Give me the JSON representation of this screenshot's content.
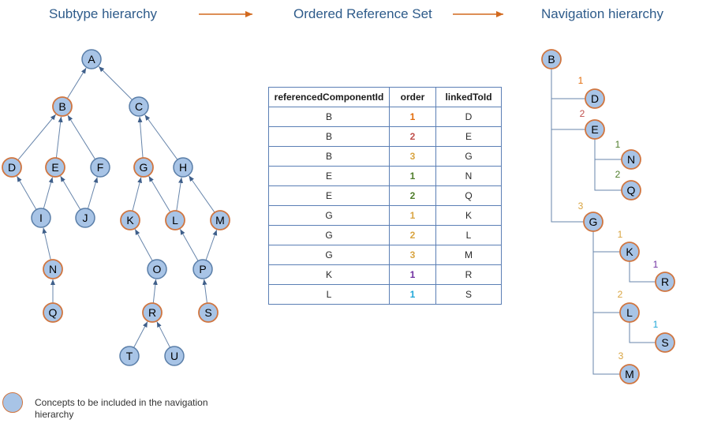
{
  "titles": {
    "subtype": "Subtype hierarchy",
    "refset": "Ordered Reference Set",
    "nav": "Navigation hierarchy"
  },
  "colors": {
    "node_fill": "#a8c4e6",
    "included_border": "#d0753f",
    "plain_border": "#5a7ea8",
    "edge": "#6785ab",
    "header_arrow": "#d2691e",
    "order_colors": {
      "1": "#e36c0a",
      "2": "#c0504d",
      "3": "#d9a441"
    }
  },
  "subtype_hierarchy": {
    "nodes": [
      {
        "id": "A",
        "included": false
      },
      {
        "id": "B",
        "included": true
      },
      {
        "id": "C",
        "included": false
      },
      {
        "id": "D",
        "included": true
      },
      {
        "id": "E",
        "included": true
      },
      {
        "id": "F",
        "included": false
      },
      {
        "id": "G",
        "included": true
      },
      {
        "id": "H",
        "included": false
      },
      {
        "id": "I",
        "included": false
      },
      {
        "id": "J",
        "included": false
      },
      {
        "id": "K",
        "included": true
      },
      {
        "id": "L",
        "included": true
      },
      {
        "id": "M",
        "included": true
      },
      {
        "id": "N",
        "included": true
      },
      {
        "id": "O",
        "included": false
      },
      {
        "id": "P",
        "included": false
      },
      {
        "id": "Q",
        "included": true
      },
      {
        "id": "R",
        "included": true
      },
      {
        "id": "S",
        "included": true
      },
      {
        "id": "T",
        "included": false
      },
      {
        "id": "U",
        "included": false
      }
    ],
    "edges": [
      [
        "B",
        "A"
      ],
      [
        "C",
        "A"
      ],
      [
        "D",
        "B"
      ],
      [
        "E",
        "B"
      ],
      [
        "F",
        "B"
      ],
      [
        "G",
        "C"
      ],
      [
        "H",
        "C"
      ],
      [
        "I",
        "D"
      ],
      [
        "I",
        "E"
      ],
      [
        "J",
        "E"
      ],
      [
        "J",
        "F"
      ],
      [
        "K",
        "G"
      ],
      [
        "L",
        "G"
      ],
      [
        "L",
        "H"
      ],
      [
        "M",
        "H"
      ],
      [
        "N",
        "I"
      ],
      [
        "O",
        "K"
      ],
      [
        "P",
        "L"
      ],
      [
        "P",
        "M"
      ],
      [
        "Q",
        "N"
      ],
      [
        "R",
        "O"
      ],
      [
        "S",
        "P"
      ],
      [
        "T",
        "R"
      ],
      [
        "U",
        "R"
      ]
    ]
  },
  "refset_table": {
    "headers": [
      "referencedComponentId",
      "order",
      "linkedToId"
    ],
    "rows": [
      {
        "ref": "B",
        "order": "1",
        "linked": "D",
        "color": "#e36c0a"
      },
      {
        "ref": "B",
        "order": "2",
        "linked": "E",
        "color": "#c0504d"
      },
      {
        "ref": "B",
        "order": "3",
        "linked": "G",
        "color": "#d9a441"
      },
      {
        "ref": "E",
        "order": "1",
        "linked": "N",
        "color": "#4f7d2b"
      },
      {
        "ref": "E",
        "order": "2",
        "linked": "Q",
        "color": "#4f7d2b"
      },
      {
        "ref": "G",
        "order": "1",
        "linked": "K",
        "color": "#d9a441"
      },
      {
        "ref": "G",
        "order": "2",
        "linked": "L",
        "color": "#d9a441"
      },
      {
        "ref": "G",
        "order": "3",
        "linked": "M",
        "color": "#d9a441"
      },
      {
        "ref": "K",
        "order": "1",
        "linked": "R",
        "color": "#7030a0"
      },
      {
        "ref": "L",
        "order": "1",
        "linked": "S",
        "color": "#1fa7d8"
      }
    ]
  },
  "navigation_hierarchy": {
    "nodes": [
      {
        "id": "B"
      },
      {
        "id": "D",
        "order": "1",
        "color": "#e36c0a"
      },
      {
        "id": "E",
        "order": "2",
        "color": "#c0504d"
      },
      {
        "id": "N",
        "order": "1",
        "color": "#4f7d2b"
      },
      {
        "id": "Q",
        "order": "2",
        "color": "#4f7d2b"
      },
      {
        "id": "G",
        "order": "3",
        "color": "#d9a441"
      },
      {
        "id": "K",
        "order": "1",
        "color": "#d9a441"
      },
      {
        "id": "R",
        "order": "1",
        "color": "#7030a0"
      },
      {
        "id": "L",
        "order": "2",
        "color": "#d9a441"
      },
      {
        "id": "S",
        "order": "1",
        "color": "#1fa7d8"
      },
      {
        "id": "M",
        "order": "3",
        "color": "#d9a441"
      }
    ]
  },
  "legend": {
    "text": "Concepts to be included in the navigation hierarchy"
  }
}
